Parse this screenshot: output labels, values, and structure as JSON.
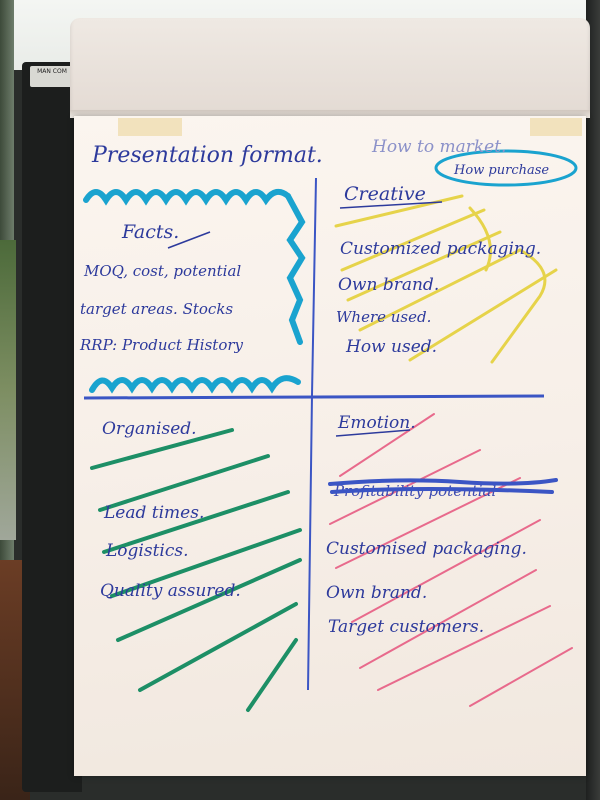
{
  "monitor_label": "MAN COM",
  "header": {
    "title": "Presentation format.",
    "subtitle": "How to market.",
    "circled": "How purchase"
  },
  "quadrants": {
    "facts": {
      "heading": "Facts.",
      "lines": [
        "MOQ, cost, potential",
        "target areas. Stocks",
        "RRP: Product History"
      ]
    },
    "creative": {
      "heading": "Creative",
      "lines": [
        "Customized packaging.",
        "Own brand.",
        "Where used.",
        "How used."
      ]
    },
    "organised": {
      "heading": "Organised.",
      "lines": [
        "Lead times.",
        "Logistics.",
        "Quality assured."
      ]
    },
    "emotion": {
      "heading": "Emotion.",
      "struck": "Profitability potential",
      "lines": [
        "Customised packaging.",
        "Own brand.",
        "Target customers."
      ]
    }
  },
  "colors": {
    "ink_blue": "#2d3a9c",
    "ink_faint": "#8b91c9",
    "highlighter_cyan": "#1aa3cf",
    "highlighter_yellow": "#e6d34a",
    "highlighter_green": "#1d8f66",
    "highlighter_pink": "#e86a8c"
  }
}
